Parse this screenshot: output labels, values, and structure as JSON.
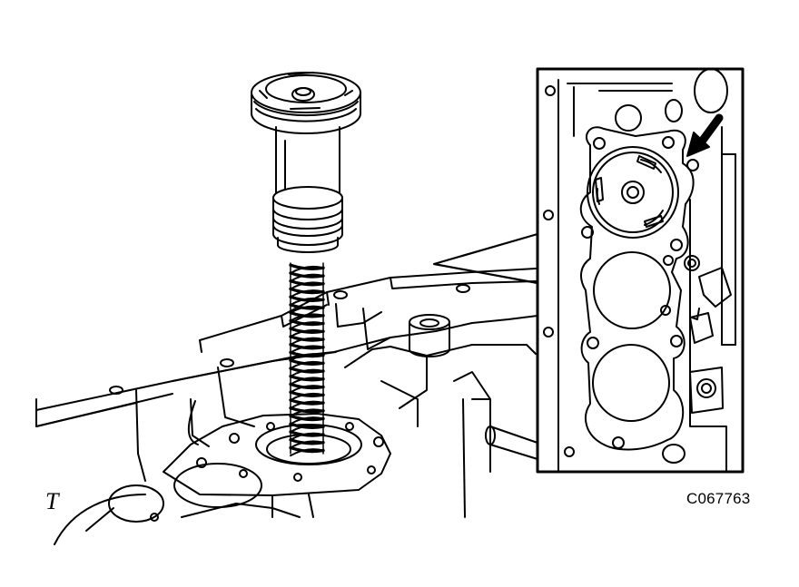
{
  "figure": {
    "reference_code": "C067763",
    "corner_mark": "T"
  },
  "parts": {
    "piston": "servo-piston",
    "spring": "return-spring",
    "housing": "transmission-case",
    "detail": "valve-body-detail",
    "pointer": "arrow-icon"
  }
}
